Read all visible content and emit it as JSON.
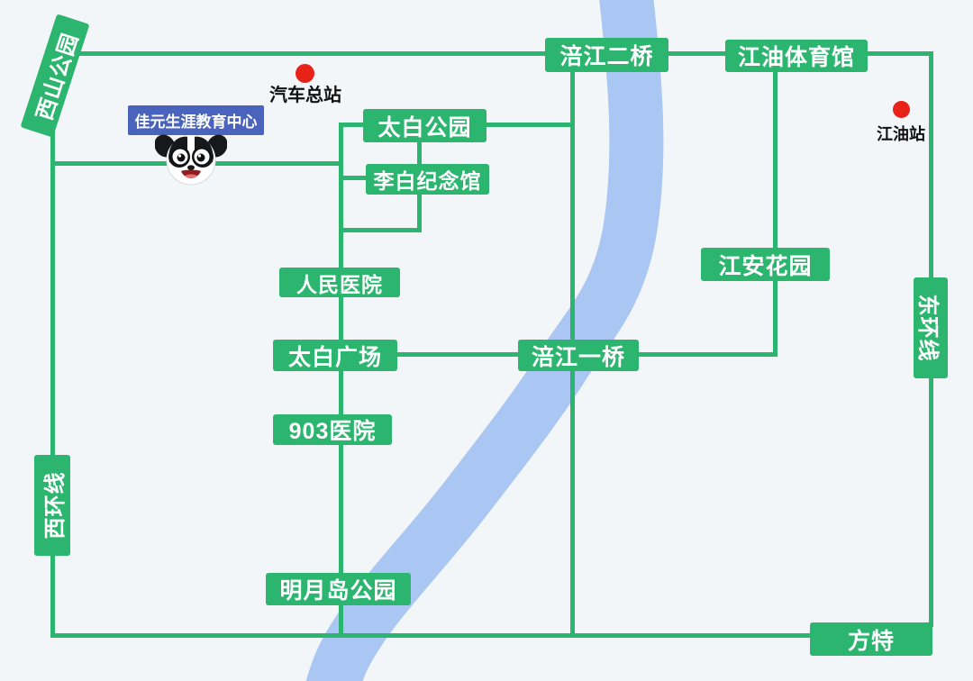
{
  "colors": {
    "road_green": "#2bb56f",
    "river_blue": "#a9c7f2",
    "station_dot_red": "#e82219",
    "education_center_blue": "#4a63bd",
    "background": "#f3f6f8",
    "station_text_black": "#111111"
  },
  "landmarks": [
    {
      "id": "xishan-park",
      "label": "西山公园"
    },
    {
      "id": "fujiang-bridge-2",
      "label": "涪江二桥"
    },
    {
      "id": "jiangyou-gymnasium",
      "label": "江油体育馆"
    },
    {
      "id": "taibai-park",
      "label": "太白公园"
    },
    {
      "id": "libai-memorial-hall",
      "label": "李白纪念馆"
    },
    {
      "id": "renmin-hospital",
      "label": "人民医院"
    },
    {
      "id": "taibai-square",
      "label": "太白广场"
    },
    {
      "id": "hospital-903",
      "label": "903医院"
    },
    {
      "id": "mingyue-island-park",
      "label": "明月岛公园"
    },
    {
      "id": "fujiang-bridge-1",
      "label": "涪江一桥"
    },
    {
      "id": "jiangan-garden",
      "label": "江安花园"
    },
    {
      "id": "east-ring-line",
      "label": "东环线"
    },
    {
      "id": "west-ring-line",
      "label": "西环线"
    },
    {
      "id": "fangte",
      "label": "方特"
    }
  ],
  "stations": [
    {
      "id": "bus-terminal",
      "label": "汽车总站"
    },
    {
      "id": "jiangyou-railway-station",
      "label": "江油站"
    }
  ],
  "education_center": {
    "label": "佳元生涯教育中心"
  },
  "mascot": {
    "name": "dog-mascot"
  }
}
